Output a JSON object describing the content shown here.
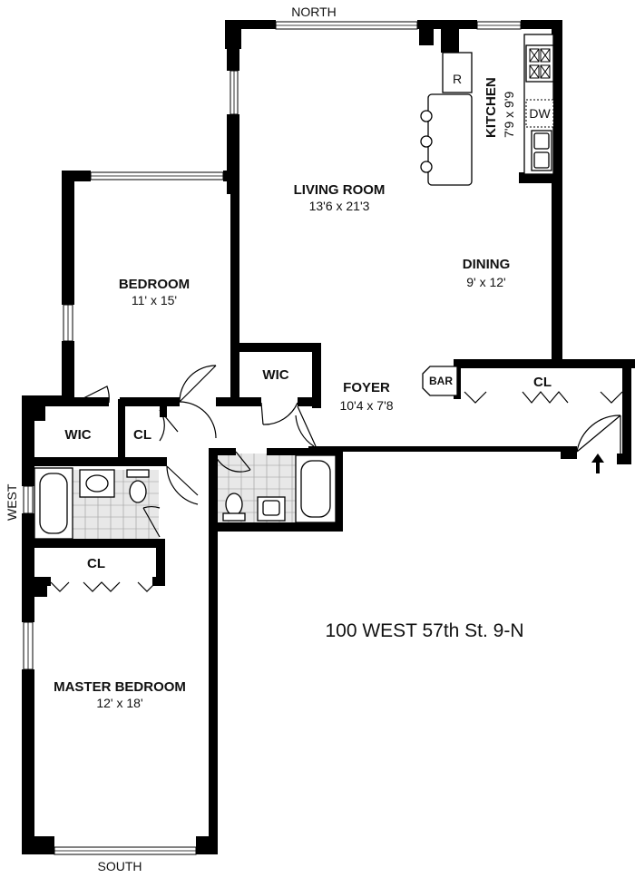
{
  "compass": {
    "north": "NORTH",
    "south": "SOUTH",
    "west": "WEST"
  },
  "address": "100 WEST 57th St. 9-N",
  "rooms": {
    "living_room": {
      "name": "LIVING ROOM",
      "dims": "13'6 x 21'3"
    },
    "kitchen": {
      "name": "KITCHEN",
      "dims": "7'9 x 9'9"
    },
    "dining": {
      "name": "DINING",
      "dims": "9' x 12'"
    },
    "bedroom": {
      "name": "BEDROOM",
      "dims": "11' x 15'"
    },
    "foyer": {
      "name": "FOYER",
      "dims": "10'4 x 7'8"
    },
    "master_bedroom": {
      "name": "MASTER BEDROOM",
      "dims": "12' x 18'"
    }
  },
  "labels": {
    "wic_center": "WIC",
    "wic_left": "WIC",
    "cl_small": "CL",
    "cl_foyer": "CL",
    "cl_master": "CL",
    "bar": "BAR",
    "refrigerator": "R",
    "dishwasher": "DW"
  },
  "colors": {
    "wall": "#000000",
    "background": "#ffffff",
    "tile": "#e8e8e8"
  }
}
